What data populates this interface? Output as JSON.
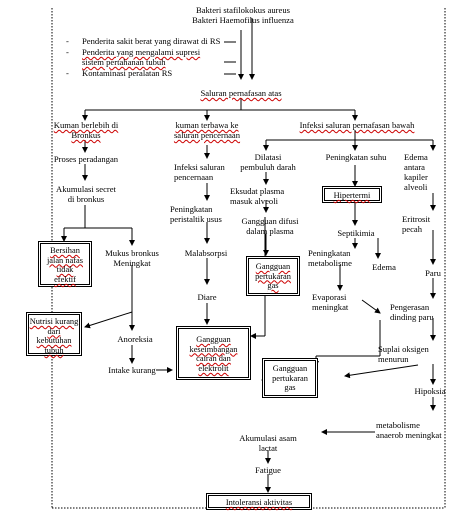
{
  "header": {
    "line1": "Bakteri stafilokokus aureus",
    "line2": "Bakteri Haemofilus influenza"
  },
  "risk_factors": [
    "Penderita sakit berat yang dirawat di RS",
    "Penderita yang mengalami supresi\nsistem pertahanan tubuh",
    "Kontaminasi peralatan RS"
  ],
  "bullet_glyph": "-",
  "center": {
    "upper_airway": "Saluran pernafasan atas"
  },
  "left_branch": {
    "head": "Kuman berlebih di\nBronkus",
    "inflammation": "Proses peradangan",
    "secretion": "Akumulasi secret\ndi bronkus",
    "dx_airway": "Bersihan\njalan nafas\ntidak\nefektif",
    "mucus": "Mukus bronkus\nMeningkat",
    "dx_nutrition": "Nutrisi kurang\ndari\nkebutuhan\ntubuh",
    "anorexia": "Anoreksia",
    "intake": "Intake kurang"
  },
  "middle_branch": {
    "head": "kuman terbawa ke\nsaluran pencernaan",
    "gi_infection": "Infeksi saluran\npencernaan",
    "peristalsis": "Peningkatan\nperistaltik usus",
    "malabsorption": "Malabsorpsi",
    "diarrhea": "Diare",
    "dx_fluid": "Gangguan\nkeseimbangan\ncairan dan\nelektrolit"
  },
  "right_branch": {
    "head": "Infeksi saluran pernafasan bawah",
    "dilation": "Dilatasi\npembuluh darah",
    "temp_rise": "Peningkatan suhu",
    "dx_hyperthermia": "Hipertermi",
    "edema_alveoli": "Edema\nantara\nkapiler\nalveoli",
    "exudate": "Eksudat plasma\nmasuk alveoli",
    "diffusion": "Gangguan difusi\ndalam plasma",
    "dx_gas1": "Gangguan\npertukaran\ngas",
    "septicemia": "Septikimia",
    "metabolism_rise": "Peningkatan\nmetabolisme",
    "edema": "Edema",
    "evaporation": "Evaporasi\nmeningkat",
    "erythrocyte": "Eritrosit\npecah",
    "lung": "Paru",
    "hardening": "Pengerasan\ndinding paru",
    "dx_gas2": "Gangguan\npertukaran\ngas",
    "oxygen": "Suplai oksigen\nmenurun",
    "hypoxia": "Hipoksia",
    "anaerobic": "metabolisme\nanaerob meningkat"
  },
  "bottom": {
    "lactate": "Akumulasi asam\nlactat",
    "fatigue": "Fatigue",
    "dx_activity": "Intoleransi aktivitas"
  }
}
